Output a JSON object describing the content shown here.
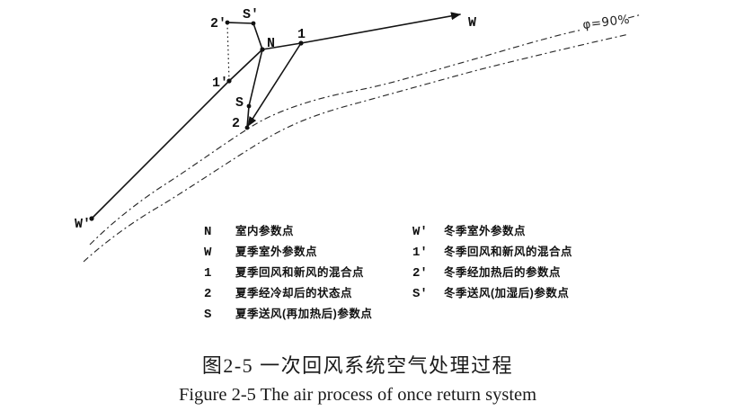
{
  "diagram": {
    "phi_label": "φ=90%",
    "point_labels": {
      "N": "N",
      "W": "W",
      "W_prime": "W'",
      "one": "1",
      "two": "2",
      "S": "S",
      "one_prime": "1'",
      "two_prime": "2'",
      "S_prime": "S'"
    }
  },
  "legend": {
    "left": [
      {
        "symbol": "N",
        "desc": "室内参数点"
      },
      {
        "symbol": "W",
        "desc": "夏季室外参数点"
      },
      {
        "symbol": "1",
        "desc": "夏季回风和新风的混合点"
      },
      {
        "symbol": "2",
        "desc": "夏季经冷却后的状态点"
      },
      {
        "symbol": "S",
        "desc": "夏季送风(再加热后)参数点"
      }
    ],
    "right": [
      {
        "symbol": "W'",
        "desc": "冬季室外参数点"
      },
      {
        "symbol": "1'",
        "desc": "冬季回风和新风的混合点"
      },
      {
        "symbol": "2'",
        "desc": "冬季经加热后的参数点"
      },
      {
        "symbol": "S'",
        "desc": "冬季送风(加湿后)参数点"
      }
    ]
  },
  "captions": {
    "zh": "图2-5  一次回风系统空气处理过程",
    "en": "Figure 2-5 The air process of once return system"
  }
}
